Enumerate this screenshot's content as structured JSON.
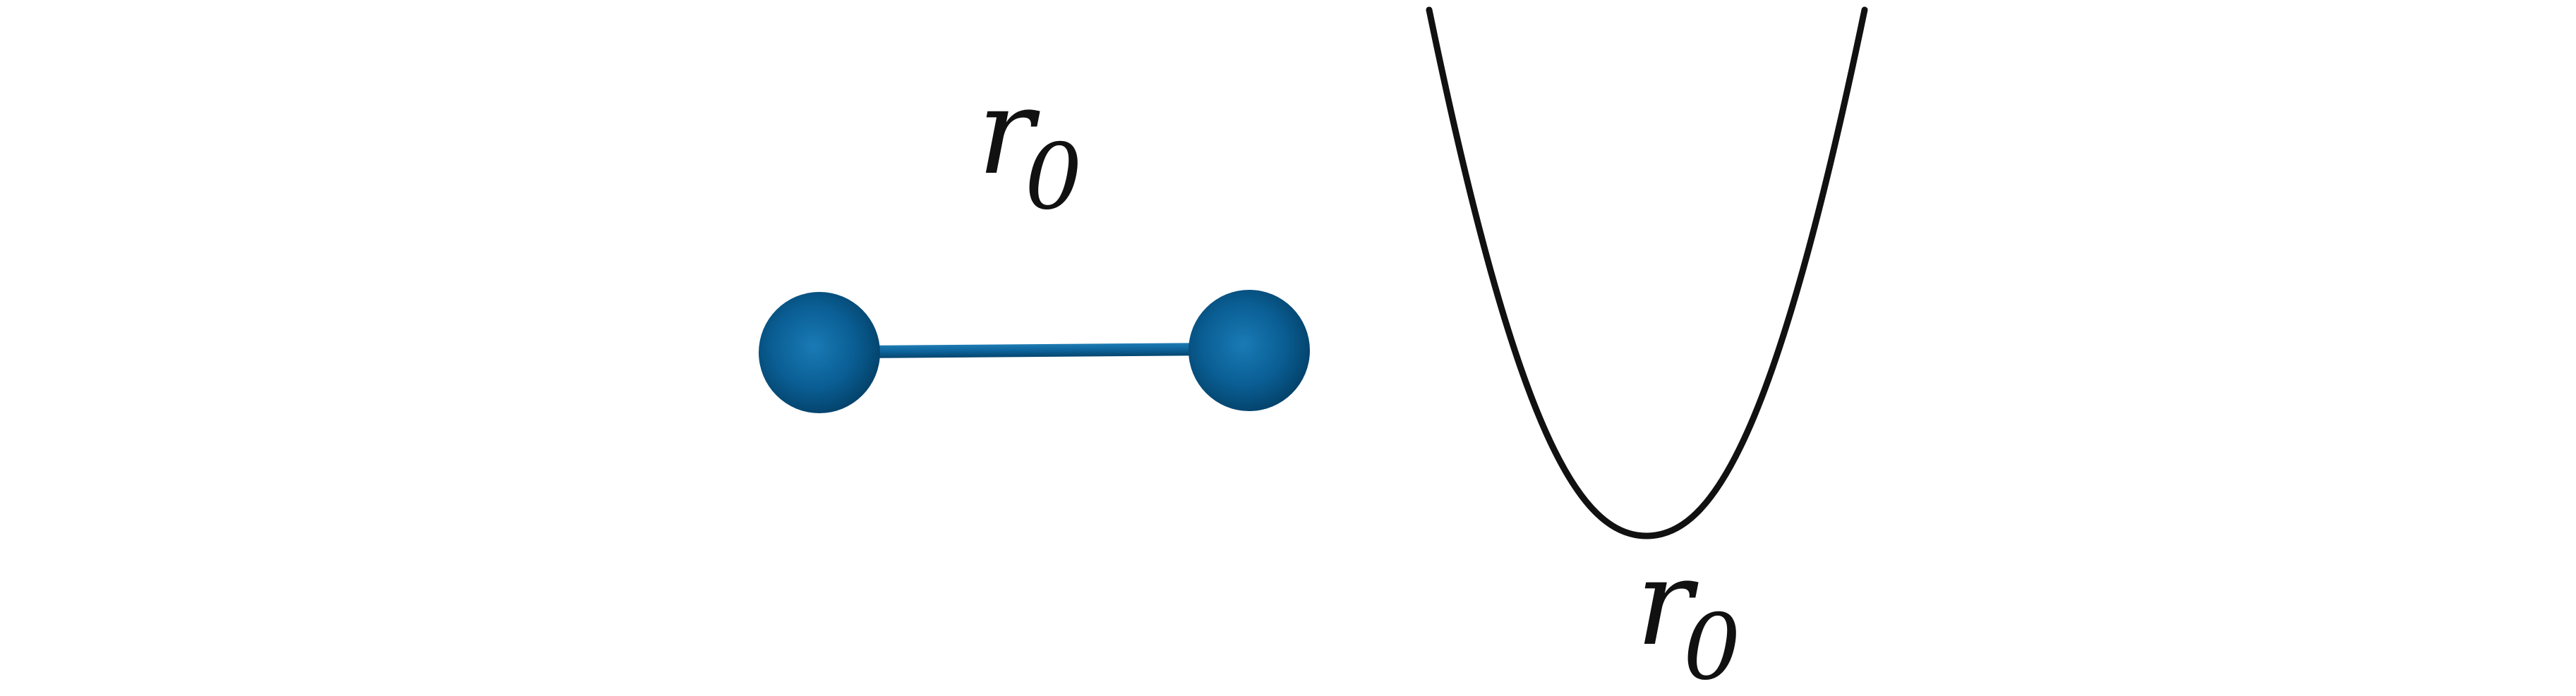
{
  "molecule": {
    "bond_label": {
      "symbol": "r",
      "subscript": "0"
    },
    "atom_color": "#0a5f95",
    "bond_color": "#0d639b"
  },
  "potential_curve": {
    "min_label": {
      "symbol": "r",
      "subscript": "0"
    },
    "curve_color": "#111111"
  }
}
